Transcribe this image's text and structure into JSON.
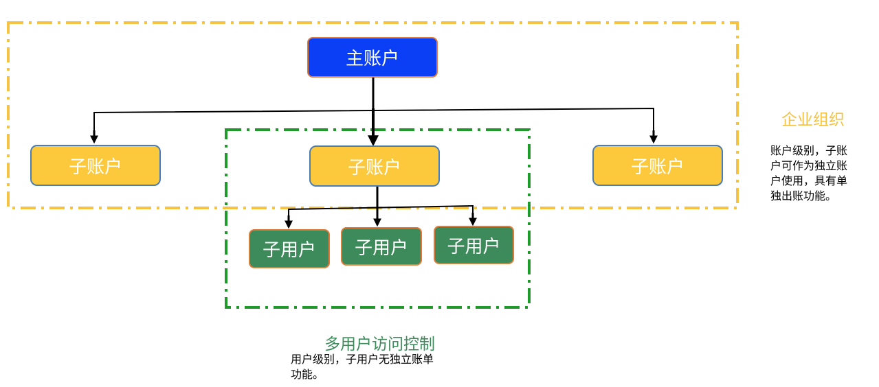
{
  "nodes": {
    "main": "主账户",
    "sub_left": "子账户",
    "sub_center": "子账户",
    "sub_right": "子账户",
    "user_1": "子用户",
    "user_2": "子用户",
    "user_3": "子用户"
  },
  "groups": {
    "enterprise": {
      "title": "企业组织",
      "desc_lines": [
        "账户级别，子账",
        "户可作为独立账",
        "户使用，具有单",
        "独出账功能。"
      ]
    },
    "multi_user": {
      "title": "多用户访问控制",
      "desc_lines": [
        "用户级别，子用户无独立账单",
        "功能。"
      ]
    }
  },
  "colors": {
    "main_fill": "#0a3ff5",
    "sub_fill": "#fcc93d",
    "user_fill": "#3d8a5a",
    "enterprise_border": "#f5c243",
    "multi_border": "#1f9a2a"
  }
}
